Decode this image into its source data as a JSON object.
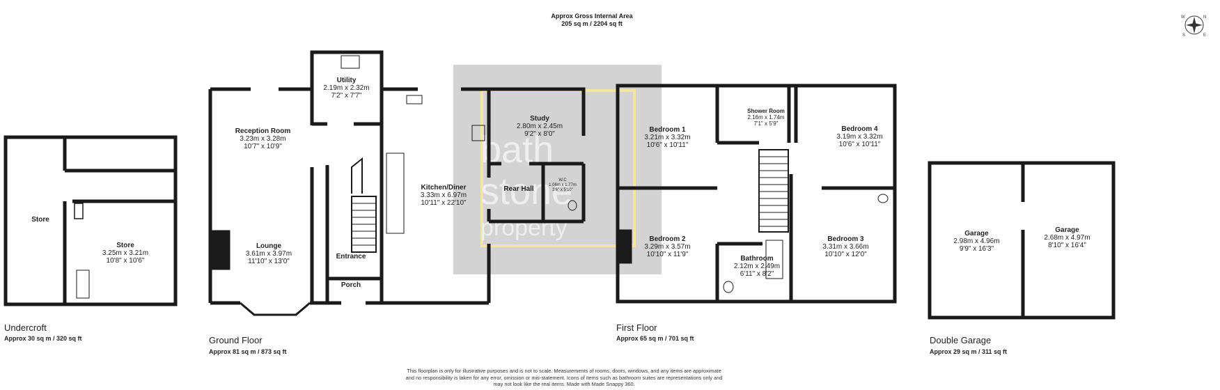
{
  "header": {
    "gia_title": "Approx Gross Internal Area",
    "gia_value": "205 sq m / 2204 sq ft"
  },
  "floors": [
    {
      "name": "Undercroft",
      "area": "Approx 30 sq m / 320 sq ft"
    },
    {
      "name": "Ground Floor",
      "area": "Approx 81 sq m / 873 sq ft"
    },
    {
      "name": "First Floor",
      "area": "Approx 65 sq m / 701 sq ft"
    },
    {
      "name": "Double Garage",
      "area": "Approx 29 sq m / 311 sq ft"
    }
  ],
  "rooms": {
    "store_left": {
      "name": "Store"
    },
    "store_right": {
      "name": "Store",
      "metric": "3.25m x 3.21m",
      "imperial": "10'8\" x 10'6\""
    },
    "reception": {
      "name": "Reception Room",
      "metric": "3.23m x 3.28m",
      "imperial": "10'7\" x 10'9\""
    },
    "lounge": {
      "name": "Lounge",
      "metric": "3.61m x 3.97m",
      "imperial": "11'10\" x 13'0\""
    },
    "utility": {
      "name": "Utility",
      "metric": "2.19m x 2.32m",
      "imperial": "7'2\" x 7'7\""
    },
    "entrance": {
      "name": "Entrance"
    },
    "porch": {
      "name": "Porch"
    },
    "kitchen": {
      "name": "Kitchen/Diner",
      "metric": "3.33m x 6.97m",
      "imperial": "10'11\" x 22'10\""
    },
    "study": {
      "name": "Study",
      "metric": "2.80m x 2.45m",
      "imperial": "9'2\" x 8'0\""
    },
    "rear_hall": {
      "name": "Rear Hall"
    },
    "wc": {
      "name": "W.C",
      "metric": "1.06m x 1.77m",
      "imperial": "3'6\" x 5'10\""
    },
    "bedroom1": {
      "name": "Bedroom 1",
      "metric": "3.21m x 3.32m",
      "imperial": "10'6\" x 10'11\""
    },
    "bedroom2": {
      "name": "Bedroom 2",
      "metric": "3.29m x 3.57m",
      "imperial": "10'10\" x 11'9\""
    },
    "shower": {
      "name": "Shower Room",
      "metric": "2.16m x 1.74m",
      "imperial": "7'1\" x 5'9\""
    },
    "bathroom": {
      "name": "Bathroom",
      "metric": "2.12m x 2.49m",
      "imperial": "6'11\" x 8'2\""
    },
    "bedroom4": {
      "name": "Bedroom 4",
      "metric": "3.19m x 3.32m",
      "imperial": "10'6\" x 10'11\""
    },
    "bedroom3": {
      "name": "Bedroom 3",
      "metric": "3.31m x 3.66m",
      "imperial": "10'10\" x 12'0\""
    },
    "garage1": {
      "name": "Garage",
      "metric": "2.98m x 4.96m",
      "imperial": "9'9\" x 16'3\""
    },
    "garage2": {
      "name": "Garage",
      "metric": "2.68m x 4.97m",
      "imperial": "8'10\" x 16'4\""
    }
  },
  "watermark": {
    "line1": "bath",
    "line2": "stone",
    "line3": "property"
  },
  "compass": {
    "labels": [
      "N",
      "E",
      "S",
      "W"
    ],
    "icon": "compass-icon"
  },
  "disclaimer": {
    "line1": "This floorplan is only for illustrative purposes and is not to scale. Measurements of rooms, doors, windows, and any items are approximate",
    "line2": "and no responsibility is taken for any error, omission or mis-statement. Icons of items such as bathroom suites are representations only and",
    "line3": "may not look like the real items. Made with Made Snappy 360."
  },
  "colors": {
    "wall": "#1a1a1a",
    "watermark_bg": "#d3d3d3",
    "watermark_frame": "#f2e4a6"
  }
}
